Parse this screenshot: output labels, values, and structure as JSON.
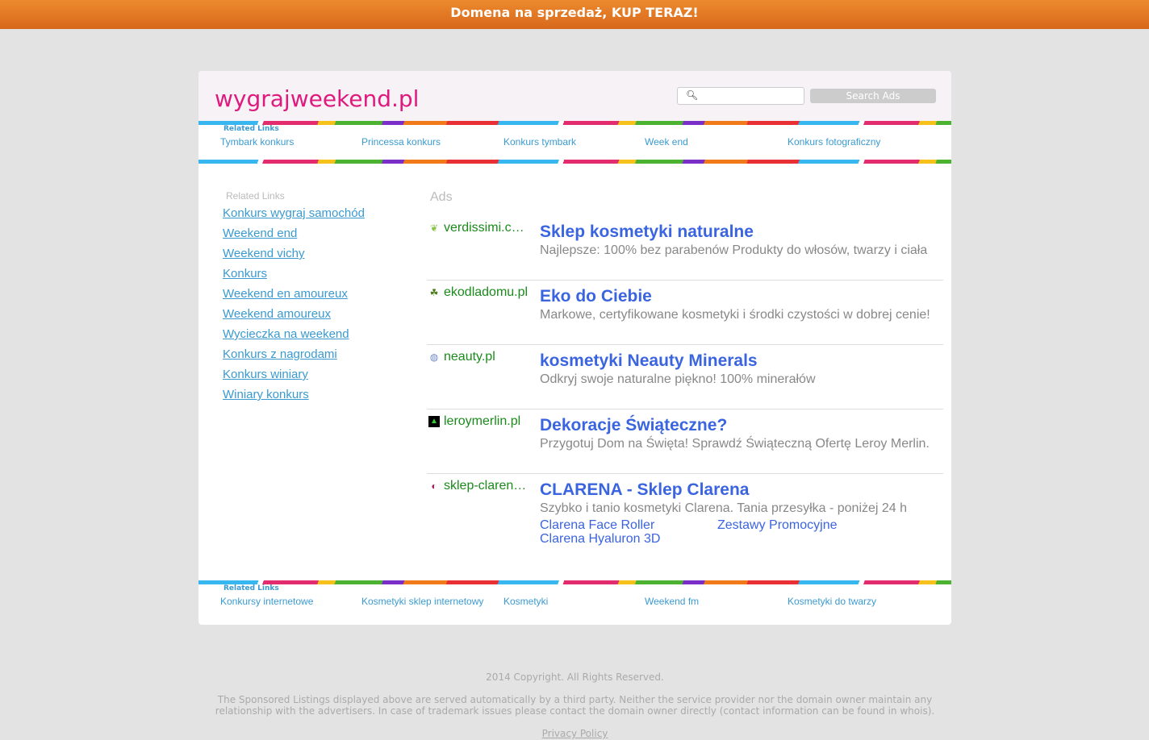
{
  "banner": "Domena na sprzedaż, KUP TERAZ!",
  "logo": "wygrajweekend.pl",
  "search": {
    "button": "Search Ads",
    "placeholder": ""
  },
  "related_title": "Related Links",
  "top_links": [
    "Tymbark konkurs",
    "Princessa konkurs",
    "Konkurs tymbark",
    "Week end",
    "Konkurs fotograficzny"
  ],
  "side_links": [
    "Konkurs wygraj samochód",
    "Weekend end",
    "Weekend vichy",
    "Konkurs",
    "Weekend en amoureux",
    "Weekend amoureux",
    "Wycieczka na weekend",
    "Konkurs z nagrodami",
    "Konkurs winiary",
    "Winiary konkurs"
  ],
  "ads_title": "Ads",
  "ads": [
    {
      "domain": "verdissimi.com",
      "title": "Sklep kosmetyki naturalne",
      "desc": "Najlepsze: 100% bez parabenów Produkty do włosów, twarzy i ciała"
    },
    {
      "domain": "ekodladomu.pl",
      "title": "Eko do Ciebie",
      "desc": "Markowe, certyfikowane kosmetyki i środki czystości w dobrej cenie!"
    },
    {
      "domain": "neauty.pl",
      "title": "kosmetyki Neauty Minerals",
      "desc": "Odkryj swoje naturalne piękno! 100% minerałów"
    },
    {
      "domain": "leroymerlin.pl",
      "title": "Dekoracje Świąteczne?",
      "desc": "Przygotuj Dom na Święta! Sprawdź Świąteczną Ofertę Leroy Merlin."
    },
    {
      "domain": "sklep-clarena.pl",
      "title": "CLARENA - Sklep Clarena",
      "desc": "Szybko i tanio kosmetyki Clarena. Tania przesyłka - poniżej 24 h",
      "sitelinks": [
        "Clarena Face Roller",
        "Zestawy Promocyjne",
        "Clarena Hyaluron 3D"
      ]
    }
  ],
  "bottom_links": [
    "Konkursy internetowe",
    "Kosmetyki sklep internetowy",
    "Kosmetyki",
    "Weekend fm",
    "Kosmetyki do twarzy"
  ],
  "footer": {
    "copyright": "2014 Copyright. All Rights Reserved.",
    "disclaimer": "The Sponsored Listings displayed above are served automatically by a third party. Neither the service provider nor the domain owner maintain any relationship with the advertisers. In case of trademark issues please contact the domain owner directly (contact information can be found in whois).",
    "privacy": "Privacy Policy"
  }
}
